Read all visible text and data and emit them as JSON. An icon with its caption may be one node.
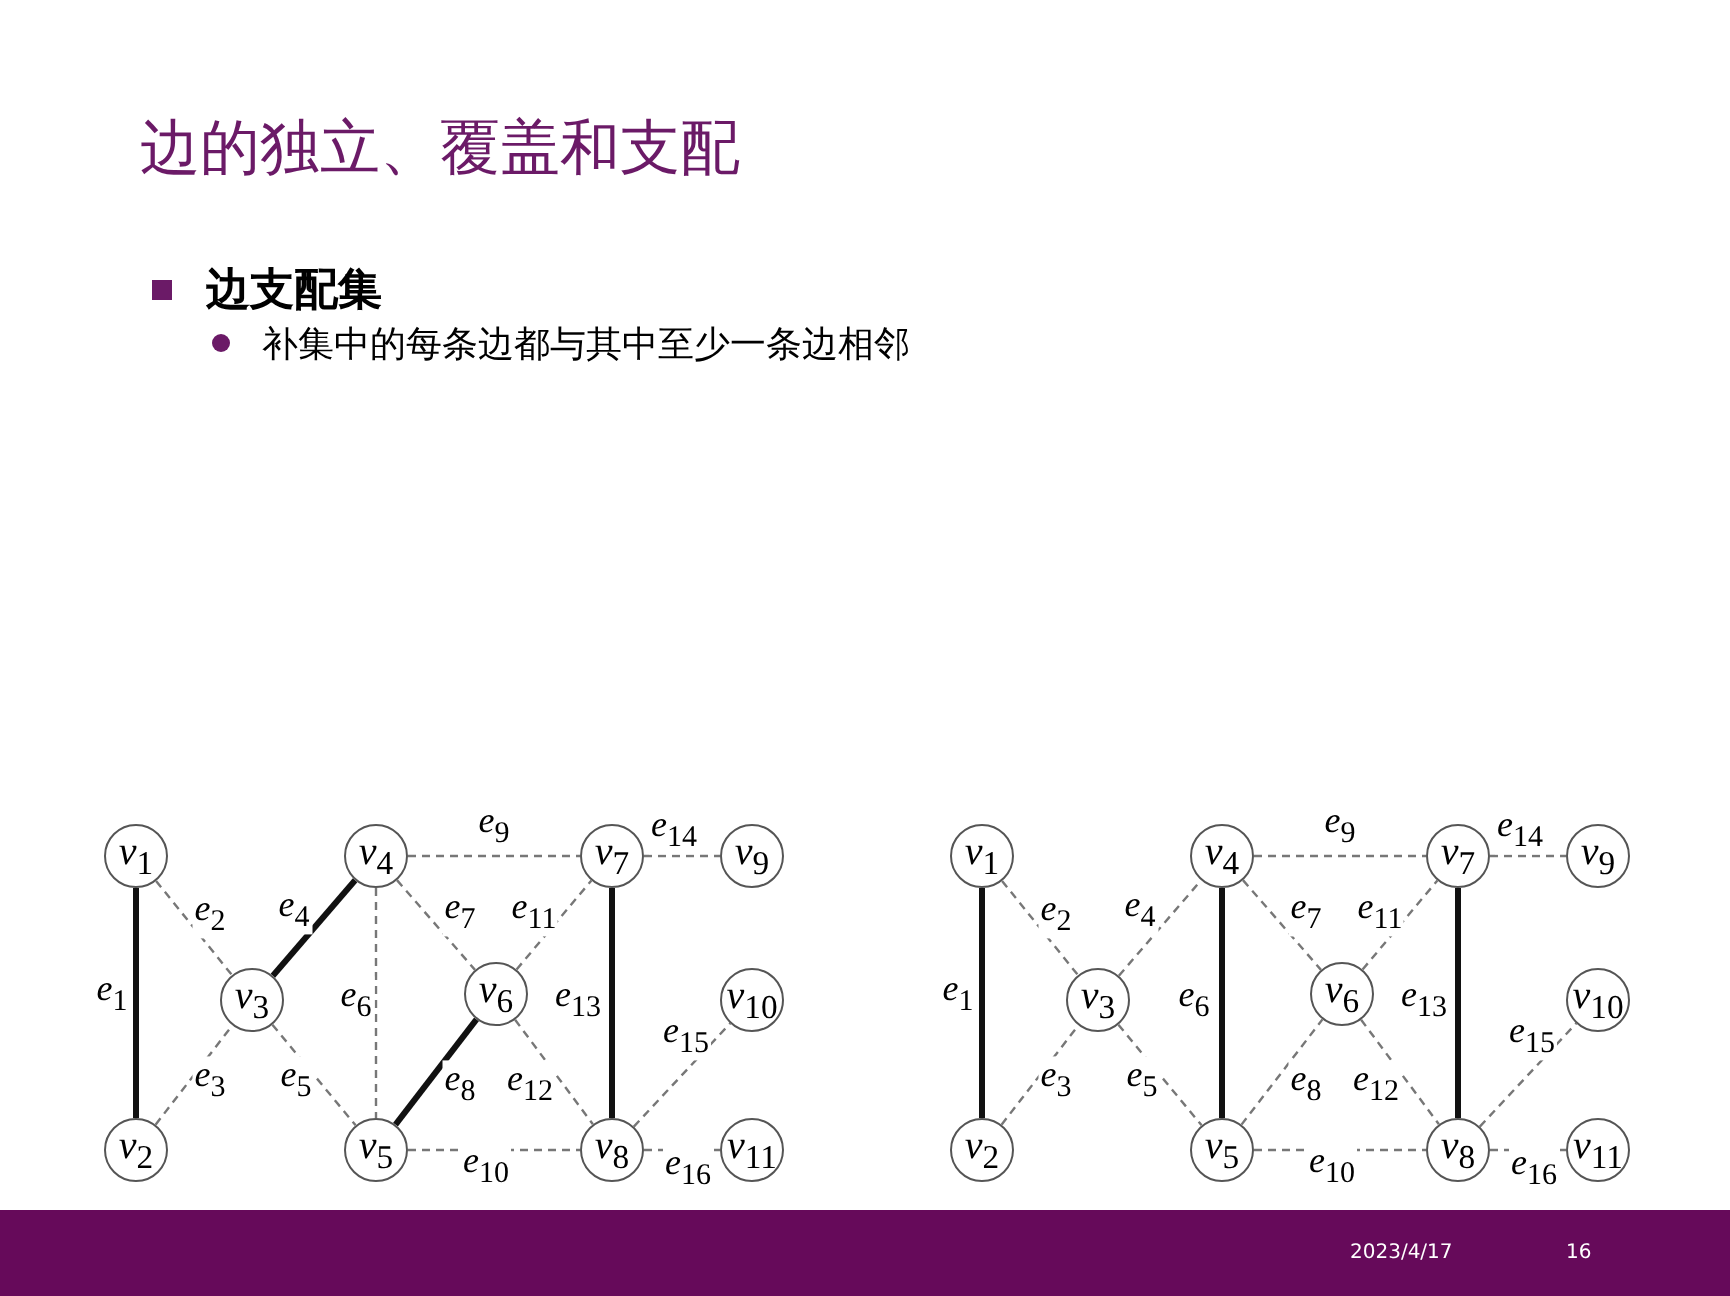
{
  "diagram": {
    "title": "边的独立、覆盖和支配",
    "nodes": [
      {
        "text": [
          "*v*$_{1}$"
        ]
      },
      {
        "text": [
          "*v*$_{2}$"
        ]
      },
      {
        "text": [
          "*v*$_{3}$"
        ]
      },
      {
        "text": [
          "*v*$_{4}$"
        ]
      },
      {
        "text": [
          "*v*$_{5}$"
        ]
      },
      {
        "text": [
          "*v*$_{6}$"
        ]
      },
      {
        "text": [
          "*v*$_{7}$"
        ]
      },
      {
        "text": [
          "*v*$_{8}$"
        ]
      },
      {
        "text": [
          "*v*$_{9}$"
        ]
      },
      {
        "text": [
          "*v*$_{10}$"
        ]
      },
      {
        "text": [
          "*v*$_{11}$"
        ]
      },
      {
        "text": [
          "*v*$_{1}$"
        ]
      },
      {
        "text": [
          "*v*$_{2}$"
        ]
      },
      {
        "text": [
          "*v*$_{3}$"
        ]
      },
      {
        "text": [
          "*v*$_{4}$"
        ]
      },
      {
        "text": [
          "*v*$_{5}$"
        ]
      },
      {
        "text": [
          "*v*$_{6}$"
        ]
      },
      {
        "text": [
          "*v*$_{7}$"
        ]
      },
      {
        "text": [
          "*v*$_{8}$"
        ]
      },
      {
        "text": [
          "*v*$_{9}$"
        ]
      },
      {
        "text": [
          "*v*$_{10}$"
        ]
      },
      {
        "text": [
          "*v*$_{11}$"
        ]
      }
    ],
    "edges": [
      {
        "from": 0,
        "to": 1,
        "arrow": "none",
        "label": "*e*$_{1}$",
        "style": "thick",
        "color": "#111111"
      },
      {
        "from": 0,
        "to": 2,
        "arrow": "none",
        "label": "*e*$_{2}$",
        "style": "dashed"
      },
      {
        "from": 1,
        "to": 2,
        "arrow": "none",
        "label": "*e*$_{3}$",
        "style": "dashed"
      },
      {
        "from": 2,
        "to": 3,
        "arrow": "none",
        "label": "*e*$_{4}$",
        "style": "thick",
        "color": "#111111"
      },
      {
        "from": 2,
        "to": 4,
        "arrow": "none",
        "label": "*e*$_{5}$",
        "style": "dashed"
      },
      {
        "from": 3,
        "to": 4,
        "arrow": "none",
        "label": "*e*$_{6}$",
        "style": "dashed"
      },
      {
        "from": 3,
        "to": 5,
        "arrow": "none",
        "label": "*e*$_{7}$",
        "style": "dashed"
      },
      {
        "from": 4,
        "to": 5,
        "arrow": "none",
        "label": "*e*$_{8}$",
        "style": "thick",
        "color": "#111111"
      },
      {
        "from": 3,
        "to": 6,
        "arrow": "none",
        "label": "*e*$_{9}$",
        "style": "dashed"
      },
      {
        "from": 4,
        "to": 7,
        "arrow": "none",
        "label": "*e*$_{10}$",
        "style": "dashed"
      },
      {
        "from": 5,
        "to": 6,
        "arrow": "none",
        "label": "*e*$_{11}$",
        "style": "dashed"
      },
      {
        "from": 5,
        "to": 7,
        "arrow": "none",
        "label": "*e*$_{12}$",
        "style": "dashed"
      },
      {
        "from": 6,
        "to": 7,
        "arrow": "none",
        "label": "*e*$_{13}$",
        "style": "thick",
        "color": "#111111"
      },
      {
        "from": 6,
        "to": 8,
        "arrow": "none",
        "label": "*e*$_{14}$",
        "style": "dashed"
      },
      {
        "from": 7,
        "to": 9,
        "arrow": "none",
        "label": "*e*$_{15}$",
        "style": "dashed"
      },
      {
        "from": 7,
        "to": 10,
        "arrow": "none",
        "label": "*e*$_{16}$",
        "style": "dashed"
      },
      {
        "from": 11,
        "to": 12,
        "arrow": "none",
        "label": "*e*$_{1}$",
        "style": "thick",
        "color": "#111111"
      },
      {
        "from": 11,
        "to": 13,
        "arrow": "none",
        "label": "*e*$_{2}$",
        "style": "dashed"
      },
      {
        "from": 12,
        "to": 13,
        "arrow": "none",
        "label": "*e*$_{3}$",
        "style": "dashed"
      },
      {
        "from": 13,
        "to": 14,
        "arrow": "none",
        "label": "*e*$_{4}$",
        "style": "dashed"
      },
      {
        "from": 13,
        "to": 15,
        "arrow": "none",
        "label": "*e*$_{5}$",
        "style": "dashed"
      },
      {
        "from": 14,
        "to": 15,
        "arrow": "none",
        "label": "*e*$_{6}$",
        "style": "thick",
        "color": "#111111"
      },
      {
        "from": 14,
        "to": 16,
        "arrow": "none",
        "label": "*e*$_{7}$",
        "style": "dashed"
      },
      {
        "from": 15,
        "to": 16,
        "arrow": "none",
        "label": "*e*$_{8}$",
        "style": "dashed"
      },
      {
        "from": 14,
        "to": 17,
        "arrow": "none",
        "label": "*e*$_{9}$",
        "style": "dashed"
      },
      {
        "from": 15,
        "to": 18,
        "arrow": "none",
        "label": "*e*$_{10}$",
        "style": "dashed"
      },
      {
        "from": 16,
        "to": 17,
        "arrow": "none",
        "label": "*e*$_{11}$",
        "style": "dashed"
      },
      {
        "from": 16,
        "to": 18,
        "arrow": "none",
        "label": "*e*$_{12}$",
        "style": "dashed"
      },
      {
        "from": 17,
        "to": 18,
        "arrow": "none",
        "label": "*e*$_{13}$",
        "style": "thick",
        "color": "#111111"
      },
      {
        "from": 17,
        "to": 19,
        "arrow": "none",
        "label": "*e*$_{14}$",
        "style": "dashed"
      },
      {
        "from": 18,
        "to": 20,
        "arrow": "none",
        "label": "*e*$_{15}$",
        "style": "dashed"
      },
      {
        "from": 18,
        "to": 21,
        "arrow": "none",
        "label": "*e*$_{16}$",
        "style": "dashed"
      }
    ],
    "labels": [
      "边支配集",
      "补集中的每条边都与其中至少一条边相邻",
      "2023/4/17",
      "16"
    ]
  }
}
